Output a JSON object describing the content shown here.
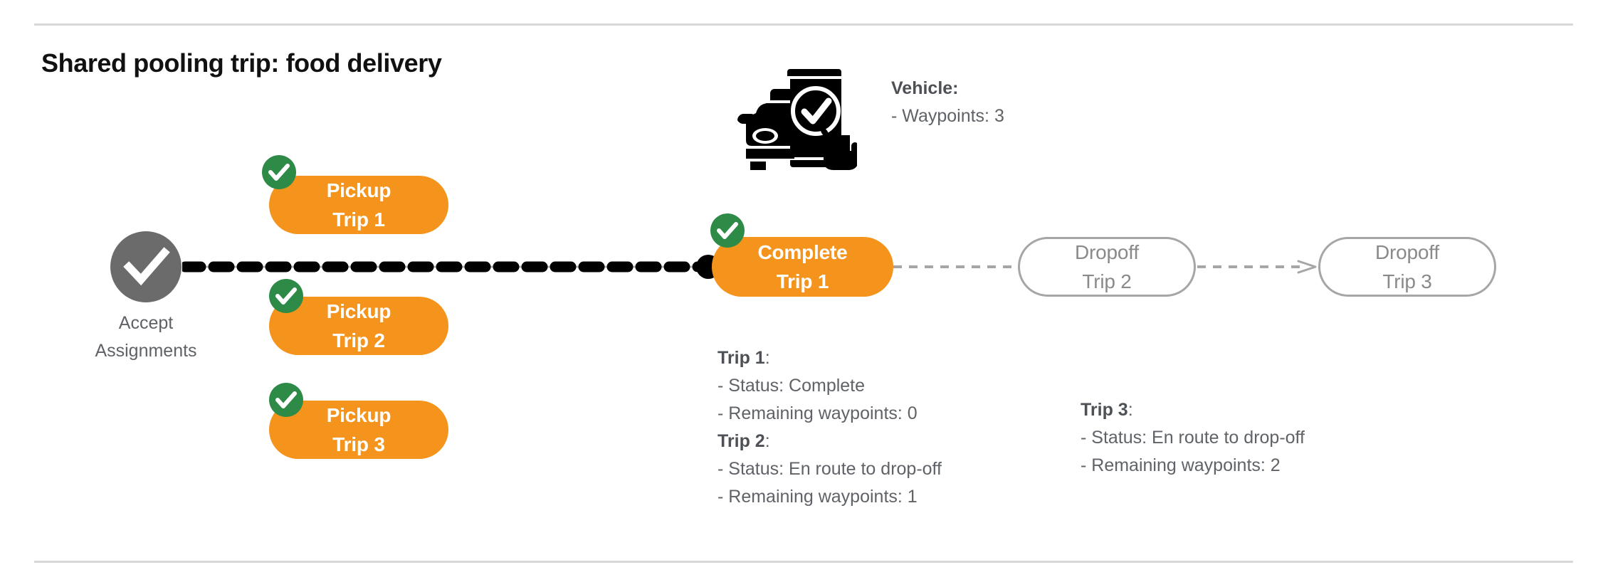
{
  "slide": {
    "title": "Shared pooling trip: food delivery",
    "divider_color": "#d6d8da"
  },
  "colors": {
    "orange": "#F5941D",
    "green": "#2E8B47",
    "gray_node": "#6b6b6b",
    "gray_text": "#5f6368",
    "outline": "#a6a6a6",
    "black": "#000000"
  },
  "accept_node": {
    "icon": "check-icon",
    "label_line1": "Accept",
    "label_line2": "Assignments"
  },
  "pickups": [
    {
      "name": "pickup-trip-1",
      "line1": "Pickup",
      "line2": "Trip 1",
      "checked": true
    },
    {
      "name": "pickup-trip-2",
      "line1": "Pickup",
      "line2": "Trip 2",
      "checked": true
    },
    {
      "name": "pickup-trip-3",
      "line1": "Pickup",
      "line2": "Trip 3",
      "checked": true
    }
  ],
  "complete_node": {
    "line1": "Complete",
    "line2": "Trip 1",
    "checked": true
  },
  "dropoffs": [
    {
      "name": "dropoff-trip-2",
      "line1": "Dropoff",
      "line2": "Trip 2"
    },
    {
      "name": "dropoff-trip-3",
      "line1": "Dropoff",
      "line2": "Trip 3"
    }
  ],
  "vehicle_info": {
    "icon": "car-phone-check-icon",
    "heading": "Vehicle",
    "colon": ":",
    "waypoints_line": "- Waypoints: 3"
  },
  "trip_info_left": {
    "trip1_heading": "Trip 1",
    "trip1_colon": ":",
    "trip1_status": "- Status:  Complete",
    "trip1_waypoints": "- Remaining waypoints: 0",
    "trip2_heading": "Trip 2",
    "trip2_colon": ":",
    "trip2_status": "- Status:  En route to drop-off",
    "trip2_waypoints": "- Remaining waypoints: 1"
  },
  "trip_info_right": {
    "trip3_heading": "Trip 3",
    "trip3_colon": ":",
    "trip3_status": "- Status:  En route to drop-off",
    "trip3_waypoints": "- Remaining waypoints: 2"
  }
}
